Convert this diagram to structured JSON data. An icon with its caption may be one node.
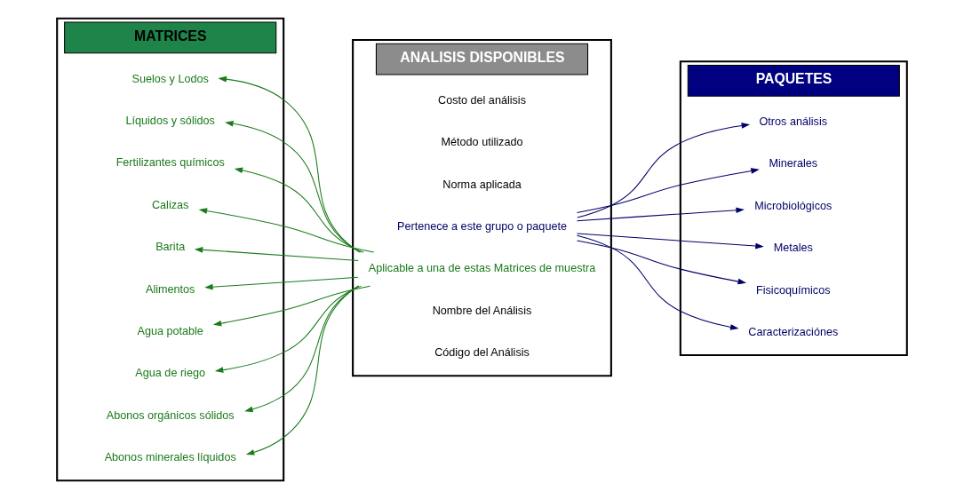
{
  "diagram": {
    "nodes": [
      {
        "text": [
          "MATRICES"
        ]
      },
      {
        "text": [
          "Abonos minerales líquidos"
        ],
        "in": 0
      },
      {
        "text": [
          "Abonos orgánicos sólidos"
        ],
        "in": 0
      },
      {
        "text": [
          "Agua de riego"
        ],
        "in": 0
      },
      {
        "text": [
          "Agua potable"
        ],
        "in": 0
      },
      {
        "text": [
          "Alimentos"
        ],
        "in": 0
      },
      {
        "text": [
          "Barita"
        ],
        "in": 0
      },
      {
        "text": [
          "Calizas"
        ],
        "in": 0
      },
      {
        "text": [
          "Fertilizantes químicos"
        ],
        "in": 0
      },
      {
        "text": [
          "Líquidos y sólidos"
        ],
        "in": 0
      },
      {
        "text": [
          "Suelos y Lodos"
        ],
        "in": 0
      },
      {
        "text": [
          "ANALISIS DISPONIBLES"
        ]
      },
      {
        "text": [
          "Código del Análisis"
        ],
        "in": 11
      },
      {
        "text": [
          "Nombre del Análisis"
        ],
        "in": 11
      },
      {
        "text": [
          "Aplicable a una de estas Matrices de muestra"
        ],
        "in": 11
      },
      {
        "text": [
          "Pertenece a este grupo o paquete"
        ],
        "in": 11
      },
      {
        "text": [
          "Norma aplicada"
        ],
        "in": 11
      },
      {
        "text": [
          "Método utilizado"
        ],
        "in": 11
      },
      {
        "text": [
          "Costo del análisis"
        ],
        "in": 11
      },
      {
        "text": [
          "PAQUETES"
        ]
      },
      {
        "text": [
          "Caracterizaciónes"
        ],
        "in": 19
      },
      {
        "text": [
          "Fisicoquímicos"
        ],
        "in": 19
      },
      {
        "text": [
          "Metales"
        ],
        "in": 19
      },
      {
        "text": [
          "Microbiológicos"
        ],
        "in": 19
      },
      {
        "text": [
          "Minerales"
        ],
        "in": 19
      },
      {
        "text": [
          "Otros análisis"
        ],
        "in": 19
      }
    ],
    "edges": [
      {
        "from": 14,
        "to": 1,
        "arrow": "to"
      },
      {
        "from": 14,
        "to": 2,
        "arrow": "to"
      },
      {
        "from": 14,
        "to": 3,
        "arrow": "to"
      },
      {
        "from": 14,
        "to": 4,
        "arrow": "to"
      },
      {
        "from": 14,
        "to": 5,
        "arrow": "to"
      },
      {
        "from": 14,
        "to": 6,
        "arrow": "to"
      },
      {
        "from": 14,
        "to": 7,
        "arrow": "to"
      },
      {
        "from": 14,
        "to": 8,
        "arrow": "to"
      },
      {
        "from": 14,
        "to": 9,
        "arrow": "to"
      },
      {
        "from": 14,
        "to": 10,
        "arrow": "to"
      },
      {
        "from": 15,
        "to": 20,
        "arrow": "to",
        "color": "#000066"
      },
      {
        "from": 15,
        "to": 21,
        "arrow": "to",
        "color": "#000066"
      },
      {
        "from": 15,
        "to": 22,
        "arrow": "to",
        "color": "#000066"
      },
      {
        "from": 15,
        "to": 23,
        "arrow": "to",
        "color": "#000066"
      },
      {
        "from": 15,
        "to": 24,
        "arrow": "to",
        "color": "#000066"
      },
      {
        "from": 15,
        "to": 25,
        "arrow": "to",
        "color": "#000066"
      }
    ]
  }
}
